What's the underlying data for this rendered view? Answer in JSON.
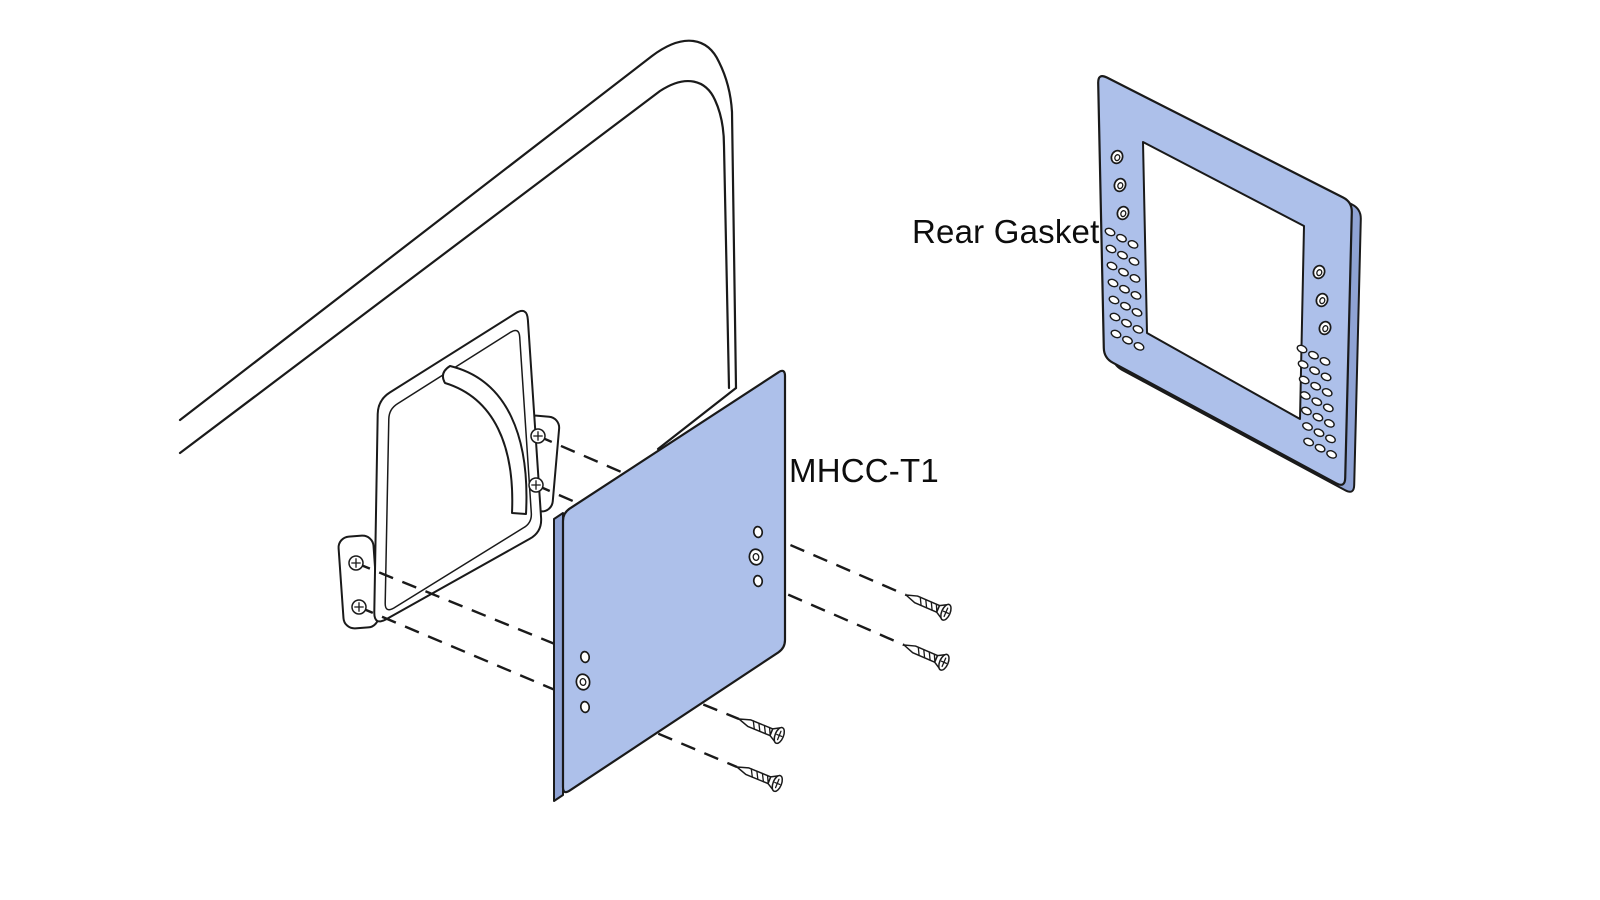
{
  "labels": {
    "plate": "MHCC-T1",
    "gasket": "Rear Gasket"
  },
  "colors": {
    "part_fill": "#ADC0EA",
    "part_edge": "#8FA3D4",
    "outline": "#1A1A1A",
    "background": "#FFFFFF"
  },
  "parts": {
    "screw_count": 4
  }
}
